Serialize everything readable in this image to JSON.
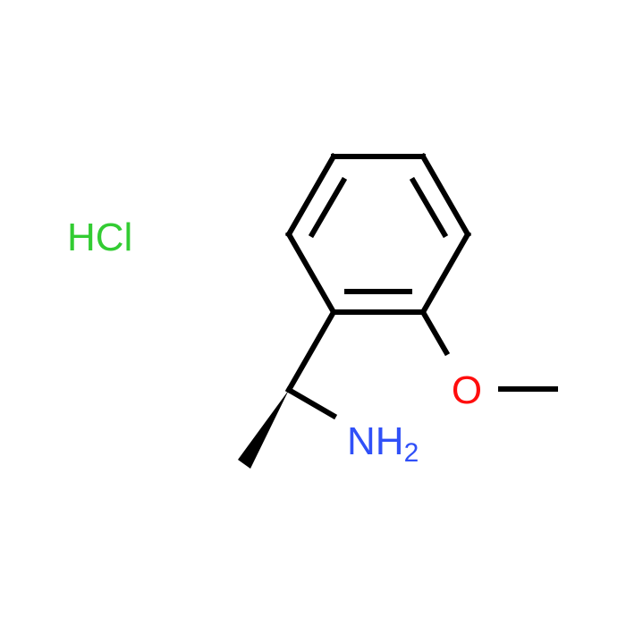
{
  "molecule": {
    "salt": {
      "label": "HCl",
      "color": "#33cc33"
    },
    "atoms": {
      "oxygen": {
        "label": "O",
        "color": "#ff0d0d"
      },
      "amine": {
        "label": "NH",
        "subscript": "2",
        "color": "#3050f8"
      }
    },
    "bond_color": "#000000"
  }
}
